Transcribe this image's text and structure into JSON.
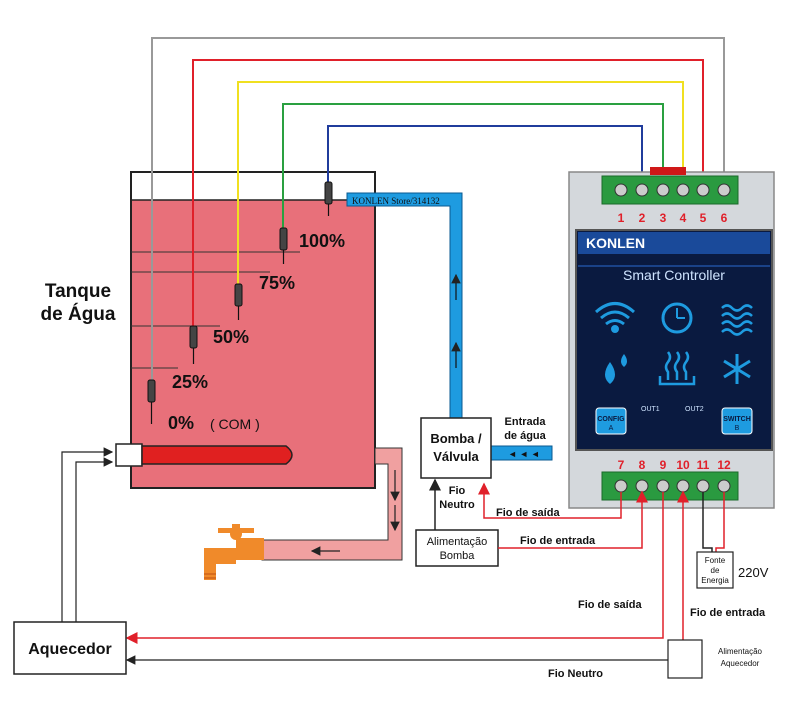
{
  "tank": {
    "title_line1": "Tanque",
    "title_line2": "de Água",
    "levels": {
      "l100": "100%",
      "l75": "75%",
      "l50": "50%",
      "l25": "25%",
      "l0": "0%",
      "com": "( COM )"
    }
  },
  "pipe_label": "KONLEN Store/314132",
  "pump": {
    "line1": "Bomba /",
    "line2": "Válvula"
  },
  "water_inlet": {
    "line1": "Entrada",
    "line2": "de água"
  },
  "labels": {
    "neutral_pump_1": "Fio",
    "neutral_pump_2": "Neutro",
    "output_wire_pump": "Fio de saída",
    "input_wire_pump": "Fio de entrada",
    "output_wire_heater": "Fio de saída",
    "input_wire_heater": "Fio de entrada",
    "neutral_heater": "Fio Neutro",
    "voltage": "220V"
  },
  "pump_power": {
    "line1": "Alimentação",
    "line2": "Bomba"
  },
  "power_source": {
    "line1": "Fonte",
    "line2": "de",
    "line3": "Energia"
  },
  "heater": "Aquecedor",
  "heater_power": {
    "line1": "Alimentação",
    "line2": "Aquecedor"
  },
  "controller": {
    "brand": "KONLEN",
    "subtitle": "Smart Controller",
    "config_label": "CONFIG",
    "config_sub": "A",
    "switch_label": "SWITCH",
    "switch_sub": "B",
    "out1": "OUT1",
    "out2": "OUT2",
    "top_terminals": [
      "1",
      "2",
      "3",
      "4",
      "5",
      "6"
    ],
    "bottom_terminals": [
      "7",
      "8",
      "9",
      "10",
      "11",
      "12"
    ]
  },
  "colors": {
    "water": "#e8707a",
    "pipe": "#1e9be0",
    "wire_gray": "#999999",
    "wire_red": "#e0202a",
    "wire_yellow": "#f0e020",
    "wire_green": "#2aa040",
    "wire_blue": "#203c9c",
    "panel": "#1a4a9a"
  },
  "icons": [
    "wifi-icon",
    "timer-icon",
    "waves-icon",
    "water-drop-icon",
    "heat-icon",
    "snowflake-icon",
    "faucet-icon"
  ]
}
